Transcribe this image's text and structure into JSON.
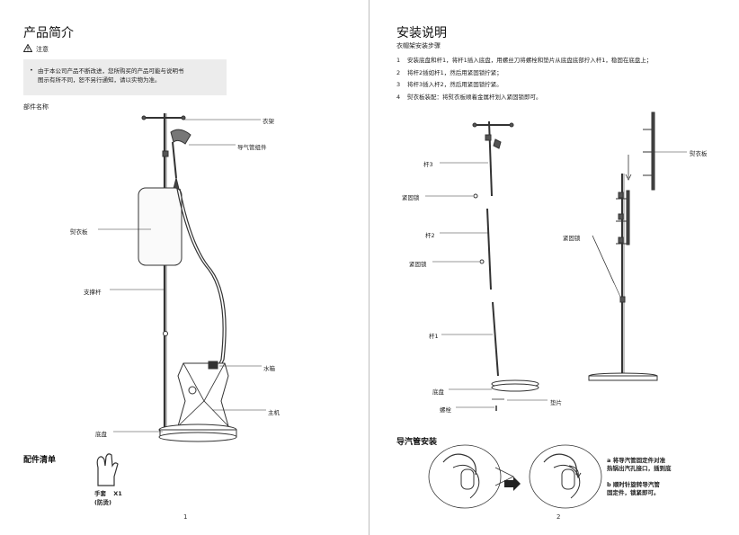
{
  "left": {
    "title": "产品简介",
    "notice_heading": "注意",
    "notice_bullet": "•",
    "notice_line1": "由于本公司产品不断改进，您所购买的产品可能与说明书",
    "notice_line2": "图示有所不同，恕不另行通知，请以实物为准。",
    "parts_heading": "部件名称",
    "parts": {
      "hanger": "衣架",
      "hose": "导气管组件",
      "board": "熨衣板",
      "pole": "支撑杆",
      "tank": "水箱",
      "main": "主机",
      "base": "底盘"
    },
    "accessories_heading": "配件清单",
    "glove_name": "手套",
    "glove_qty": "X1",
    "glove_note": "(防烫)",
    "page_number": "1"
  },
  "right": {
    "title": "安装说明",
    "subtitle": "衣帽架安装步骤",
    "steps": [
      {
        "num": "1",
        "text": "安装底盘和杆1，将杆1插入底盘，用螺丝刀将螺栓和垫片从底盘底部拧入杆1，稳固在底盘上；"
      },
      {
        "num": "2",
        "text": "将杆2插如杆1，然后用紧固锁拧紧；"
      },
      {
        "num": "3",
        "text": "将杆3插入杆2，然后用紧固锁拧紧。"
      },
      {
        "num": "4",
        "text": "熨衣板装配：将熨衣板顺着金属杆划入紧固锁即可。"
      }
    ],
    "labels": {
      "rod3": "杆3",
      "lock1": "紧固锁",
      "rod2": "杆2",
      "lock2": "紧固锁",
      "rod1": "杆1",
      "base": "底盘",
      "washer": "垫片",
      "bolt": "螺栓",
      "board": "熨衣板",
      "lock3": "紧固锁"
    },
    "tube_heading": "导汽管安装",
    "tube_note_a1": "a 将导汽管固定件对准",
    "tube_note_a2": "热锅出汽孔接口，插到底",
    "tube_note_b1": "b  顺时针旋转导汽管",
    "tube_note_b2": "固定件，锁紧即可。",
    "page_number": "2"
  },
  "colors": {
    "text": "#222222",
    "line": "#333333",
    "notice_bg": "#ececec",
    "divider": "#bdbdbd"
  }
}
